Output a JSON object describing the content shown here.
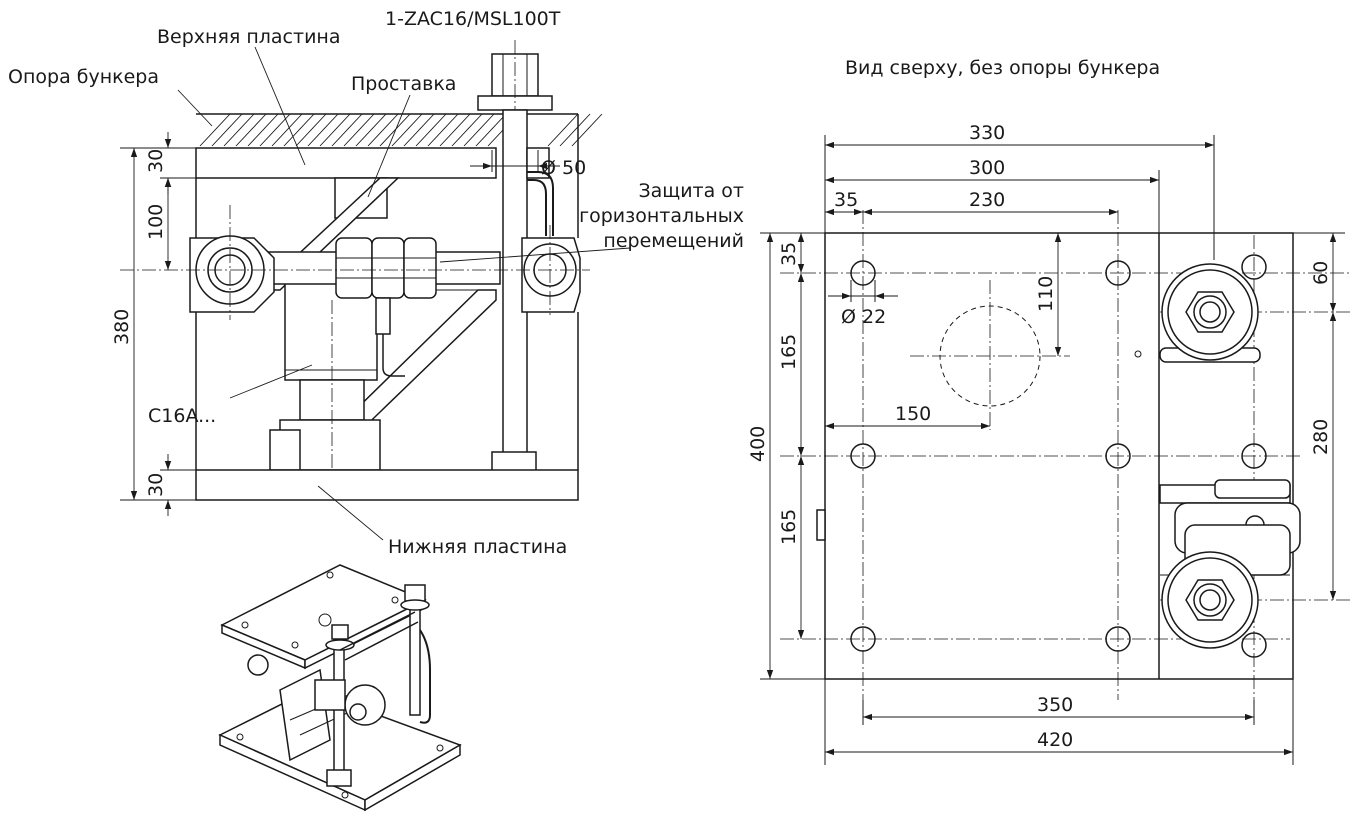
{
  "side_view": {
    "labels": {
      "model": "1-ZAC16/MSL100T",
      "top_plate": "Верхняя пластина",
      "hopper_support": "Опора бункера",
      "spacer": "Проставка",
      "diameter_50": "Ø 50",
      "protection_1": "Защита от",
      "protection_2": "горизонтальных",
      "protection_3": "перемещений",
      "load_cell": "C16A...",
      "bottom_plate": "Нижняя пластина"
    },
    "dims": {
      "d30_top": "30",
      "d100": "100",
      "d380": "380",
      "d30_bottom": "30"
    }
  },
  "top_view": {
    "title": "Вид сверху, без опоры бункера",
    "dims": {
      "d330": "330",
      "d300": "300",
      "d35_h": "35",
      "d230": "230",
      "d35_v": "35",
      "d110": "110",
      "d22": "Ø 22",
      "d165_a": "165",
      "d150": "150",
      "d400": "400",
      "d165_b": "165",
      "d60": "60",
      "d280": "280",
      "d350": "350",
      "d420": "420"
    }
  }
}
